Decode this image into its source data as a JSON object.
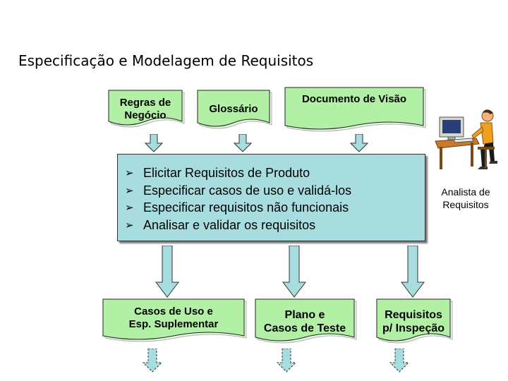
{
  "title": "Especificação e Modelagem de Requisitos",
  "inputs": [
    {
      "label": "Regras de\nNegócio"
    },
    {
      "label": "Glossário"
    },
    {
      "label": "Documento de Visão"
    }
  ],
  "process_steps": [
    "Elicitar Requisitos de Produto",
    "Especificar casos de uso e validá-los",
    "Especificar requisitos não funcionais",
    "Analisar e validar os requisitos"
  ],
  "analyst_label": "Analista de\nRequisitos",
  "outputs": [
    {
      "label": "Casos de Uso e\nEsp. Suplementar"
    },
    {
      "label": "Plano e\nCasos de Teste"
    },
    {
      "label": "Requisitos\np/ Inspeção"
    }
  ],
  "colors": {
    "document_fill": "#b2f0a6",
    "process_fill": "#a8dde0",
    "arrow_fill": "#a8dde0"
  },
  "icons": [
    "arrow-down-icon",
    "analyst-computer-icon",
    "bullet-arrow-icon"
  ]
}
